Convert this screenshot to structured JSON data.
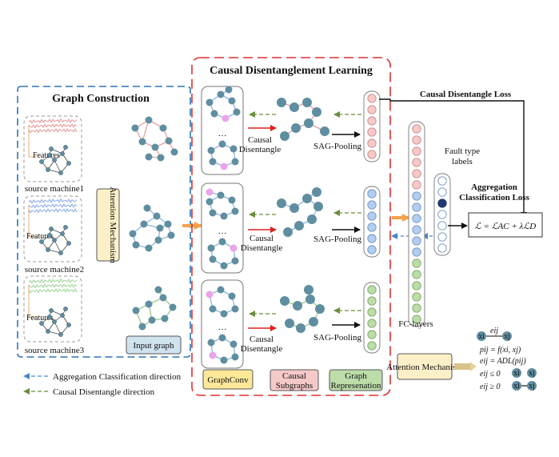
{
  "sections": {
    "graph_construction": "Graph Construction",
    "causal_learning": "Causal Disentanglement Learning"
  },
  "sources": [
    "source machine1",
    "source machine2",
    "source machine3"
  ],
  "features_label": "Features",
  "attention_mechanism": "Attention Mechanism",
  "attention_mechanism_box": "Attention Mechanism",
  "input_graph": "Input graph",
  "causal_disentangle": [
    "Causal",
    "Disentangle"
  ],
  "sag_pooling": "SAG-Pooling",
  "ellipsis": "…",
  "causal_disentangle_loss": "Causal Disentangle Loss",
  "fault_type_labels": [
    "Fault type",
    "labels"
  ],
  "aggregation_classification_loss": [
    "Aggregation",
    "Classification Loss"
  ],
  "loss_formula": "ℒ = ℒAC + λℒD",
  "fc_layers": "FC-layers",
  "legend": {
    "graphconv": "GraphConv",
    "causal_subgraphs": [
      "Causal",
      "Subgraphs"
    ],
    "graph_representation": [
      "Graph",
      "Represenation"
    ],
    "aggregation_direction": "Aggregation Classification direction",
    "causal_direction": "Causal Disentangle direction"
  },
  "attention_equations": {
    "x_i": "xi",
    "x_j": "xj",
    "e_ij": "eij",
    "p_eq": "pij = f(xi, xj)",
    "e_eq": "eij = ADL(pij)",
    "le": "eij ≤ 0",
    "ge": "eij ≥ 0"
  },
  "colors": {
    "blue_dash": "#2e75b6",
    "red_dash": "#e03030",
    "node": "#5f8ea0",
    "pink_node": "#e8a5e8",
    "pink_fill": "#f6c9c9",
    "blue_fill": "#b3cdee",
    "green_fill": "#bcdcaa",
    "attn_fill": "#fdf0c8",
    "orange": "#f4a04b",
    "arrow_green": "#6b8e3e",
    "arrow_blue": "#4a86c8",
    "red_arrow": "#e02020"
  }
}
